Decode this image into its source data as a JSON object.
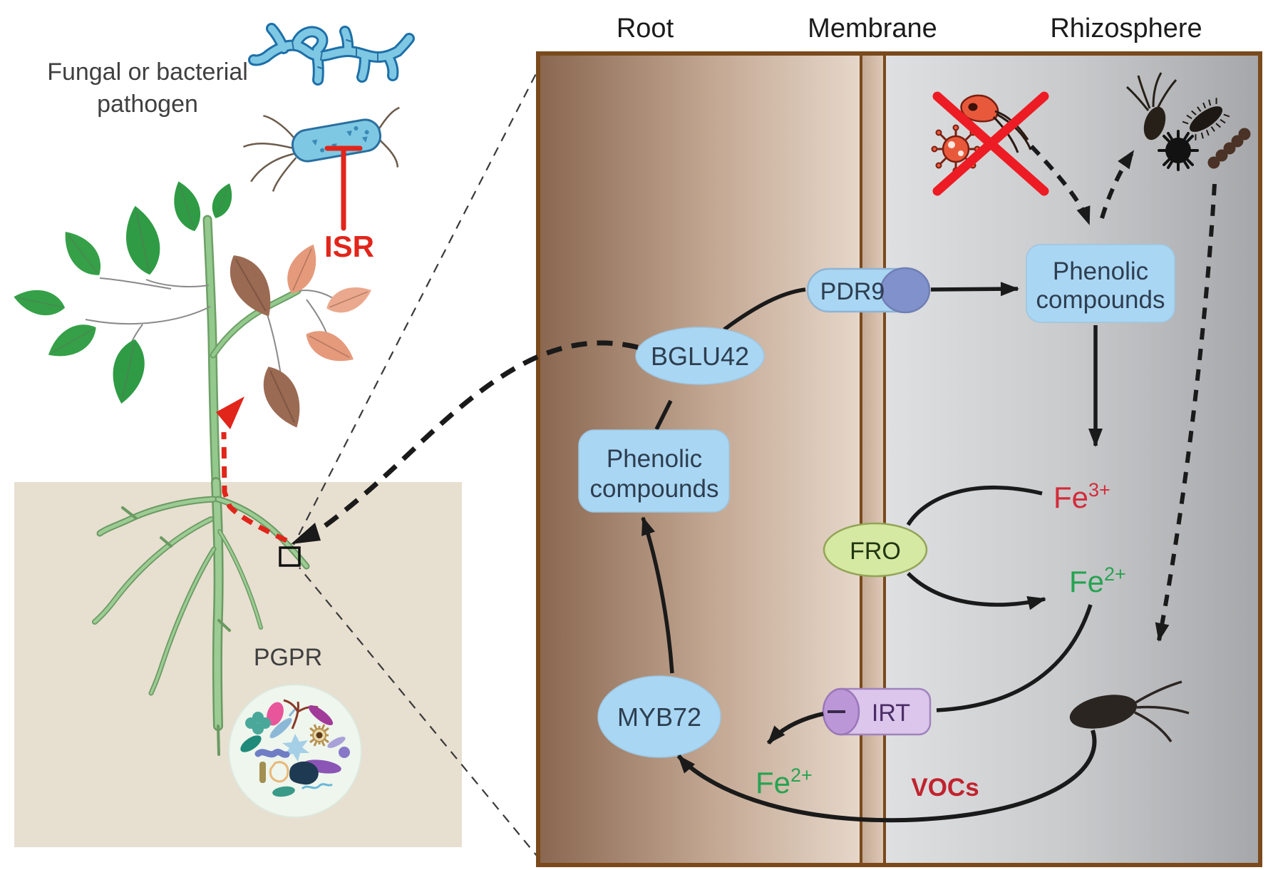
{
  "figure": {
    "type": "scientific-diagram",
    "topic": "PGPR-induced systemic resistance (ISR) and iron uptake signalling between plant root and rhizosphere"
  },
  "left_scene": {
    "pathogen_label_line1": "Fungal or bacterial",
    "pathogen_label_line2": "pathogen",
    "isr_label": "ISR",
    "pgpr_label": "PGPR"
  },
  "panel": {
    "headers": {
      "root": "Root",
      "membrane": "Membrane",
      "rhizosphere": "Rhizosphere"
    },
    "nodes": {
      "pdr9": "PDR9",
      "bglu42": "BGLU42",
      "phenolic_root_line1": "Phenolic",
      "phenolic_root_line2": "compounds",
      "phenolic_rhizo_line1": "Phenolic",
      "phenolic_rhizo_line2": "compounds",
      "fro": "FRO",
      "myb72": "MYB72",
      "irt": "IRT",
      "vocs": "VOCs",
      "fe3": {
        "base": "Fe",
        "sup": "3+"
      },
      "fe2_rhizosphere": {
        "base": "Fe",
        "sup": "2+"
      },
      "fe2_root": {
        "base": "Fe",
        "sup": "2+"
      }
    }
  },
  "colors": {
    "panel_border": "#7a4a1c",
    "root_gradient_dark": "#8a6750",
    "root_gradient_light": "#e6d7ca",
    "membrane_fill": "#d2bba9",
    "rhizosphere_gradient_light": "#dfe0e2",
    "rhizosphere_gradient_dark": "#a6a7aa",
    "node_blue": "#a9d6f3",
    "node_text": "#2d3e50",
    "fro_green": "#d5e9a2",
    "irt_purple": "#dcc6ec",
    "pdr9_end_blue": "#8191cb",
    "fe3_red": "#d32b3a",
    "fe2_green": "#27a352",
    "vocs_red": "#c0232e",
    "isr_red": "#e1251b",
    "red_x": "#ed1c24",
    "pathogen_blue": "#7ec8e4",
    "soil_beige": "#e7dfd0",
    "leaf_green": "#2f9b45",
    "leaf_brown": "#9b6a53",
    "leaf_salmon": "#e59a7c"
  }
}
